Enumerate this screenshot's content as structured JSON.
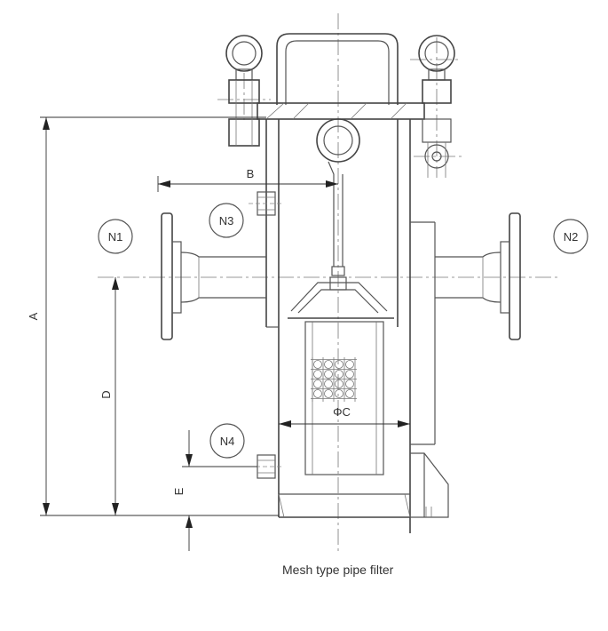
{
  "caption": "Mesh type pipe filter",
  "nozzles": {
    "n1": "N1",
    "n2": "N2",
    "n3": "N3",
    "n4": "N4"
  },
  "dimensions": {
    "a": "A",
    "b": "B",
    "c": "ΦC",
    "d": "D",
    "e": "E"
  },
  "colors": {
    "line": "#555555",
    "text": "#333333",
    "background": "#ffffff"
  }
}
